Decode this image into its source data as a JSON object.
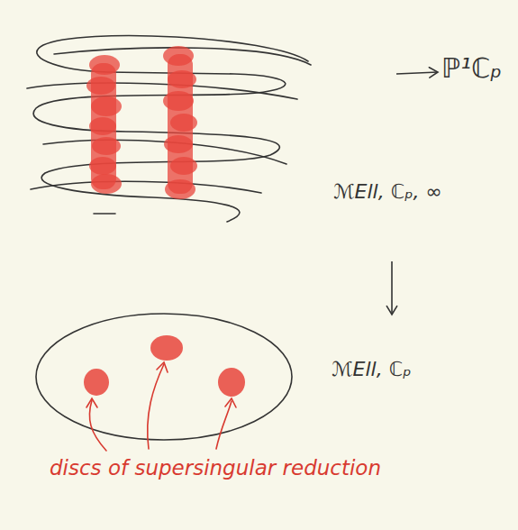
{
  "diagram": {
    "nodes": [
      {
        "text": [
          "ℳEll, ℂₚ, ∞"
        ]
      },
      {
        "text": [
          "ℙ¹ℂₚ"
        ]
      },
      {
        "text": [
          "ℳEll, ℂₚ"
        ]
      }
    ],
    "edges": [
      {
        "from": 0,
        "to": 1,
        "arrow": "to"
      },
      {
        "from": 0,
        "to": 2,
        "arrow": "to"
      }
    ],
    "labels": [
      "discs of supersingular reduction"
    ]
  }
}
